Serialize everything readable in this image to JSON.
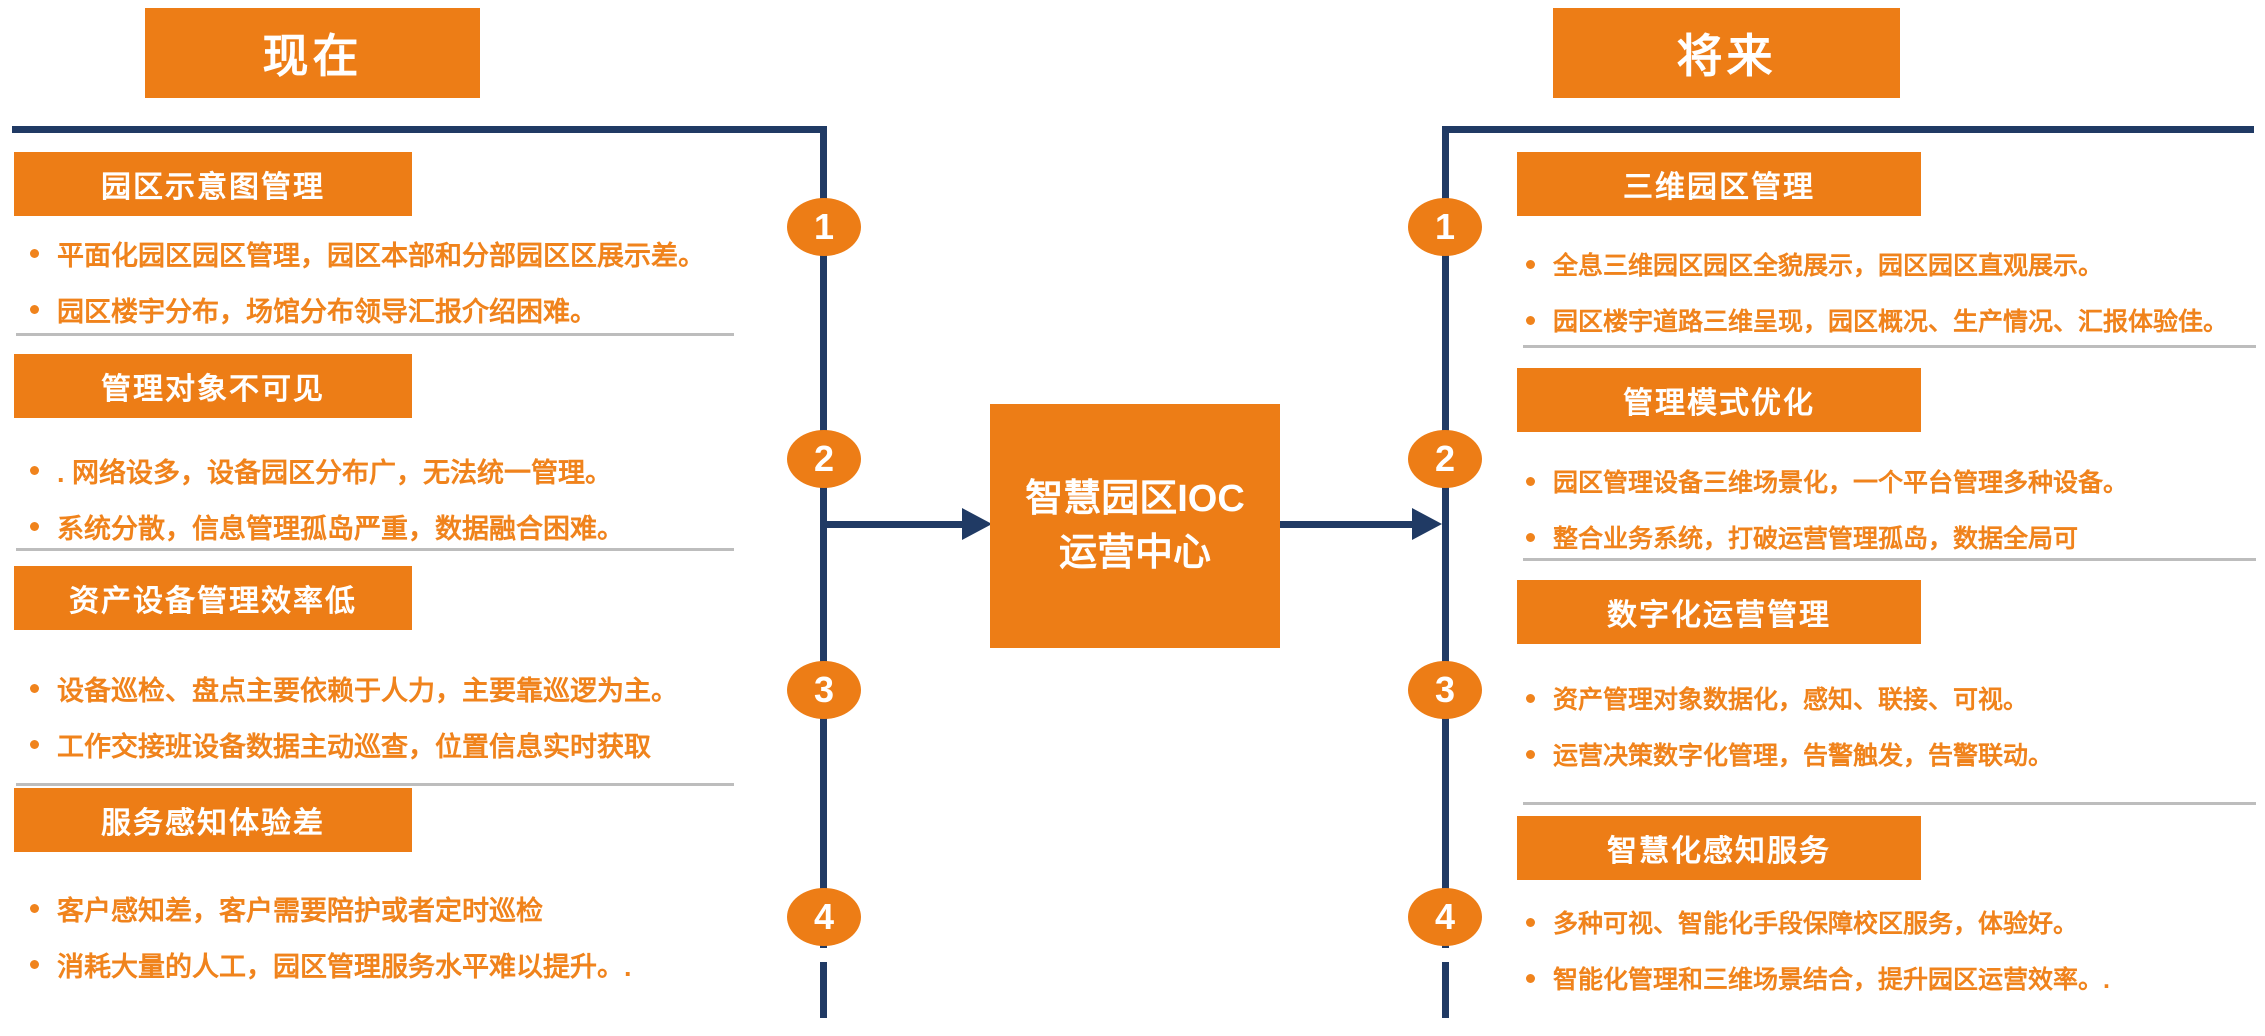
{
  "colors": {
    "orange": "#ED7D16",
    "bullet_orange": "#F0831C",
    "navy": "#203A64",
    "divider_gray": "#BDBDBD"
  },
  "center": {
    "line1": "智慧园区IOC",
    "line2": "运营中心"
  },
  "left": {
    "banner": "现在",
    "steps": [
      "1",
      "2",
      "3",
      "4"
    ],
    "sections": [
      {
        "title": "园区示意图管理",
        "bullets": [
          "平面化园区园区管理，园区本部和分部园区区展示差。",
          "园区楼宇分布，场馆分布领导汇报介绍困难。"
        ]
      },
      {
        "title": "管理对象不可见",
        "bullets": [
          ". 网络设多，设备园区分布广，无法统一管理。",
          "系统分散，信息管理孤岛严重，数据融合困难。"
        ]
      },
      {
        "title": "资产设备管理效率低",
        "bullets": [
          "设备巡检、盘点主要依赖于人力，主要靠巡逻为主。",
          "工作交接班设备数据主动巡查，位置信息实时获取"
        ]
      },
      {
        "title": "服务感知体验差",
        "bullets": [
          "客户感知差，客户需要陪护或者定时巡检",
          "消耗大量的人工，园区管理服务水平难以提升。."
        ]
      }
    ]
  },
  "right": {
    "banner": "将来",
    "steps": [
      "1",
      "2",
      "3",
      "4"
    ],
    "sections": [
      {
        "title": "三维园区管理",
        "bullets": [
          "全息三维园区园区全貌展示，园区园区直观展示。",
          "园区楼宇道路三维呈现，园区概况、生产情况、汇报体验佳。"
        ]
      },
      {
        "title": "管理模式优化",
        "bullets": [
          "园区管理设备三维场景化，一个平台管理多种设备。",
          "整合业务系统，打破运营管理孤岛，数据全局可"
        ]
      },
      {
        "title": "数字化运营管理",
        "bullets": [
          "资产管理对象数据化，感知、联接、可视。",
          "运营决策数字化管理，告警触发，告警联动。"
        ]
      },
      {
        "title": "智慧化感知服务",
        "bullets": [
          "多种可视、智能化手段保障校区服务，体验好。",
          "智能化管理和三维场景结合，提升园区运营效率。."
        ]
      }
    ]
  }
}
